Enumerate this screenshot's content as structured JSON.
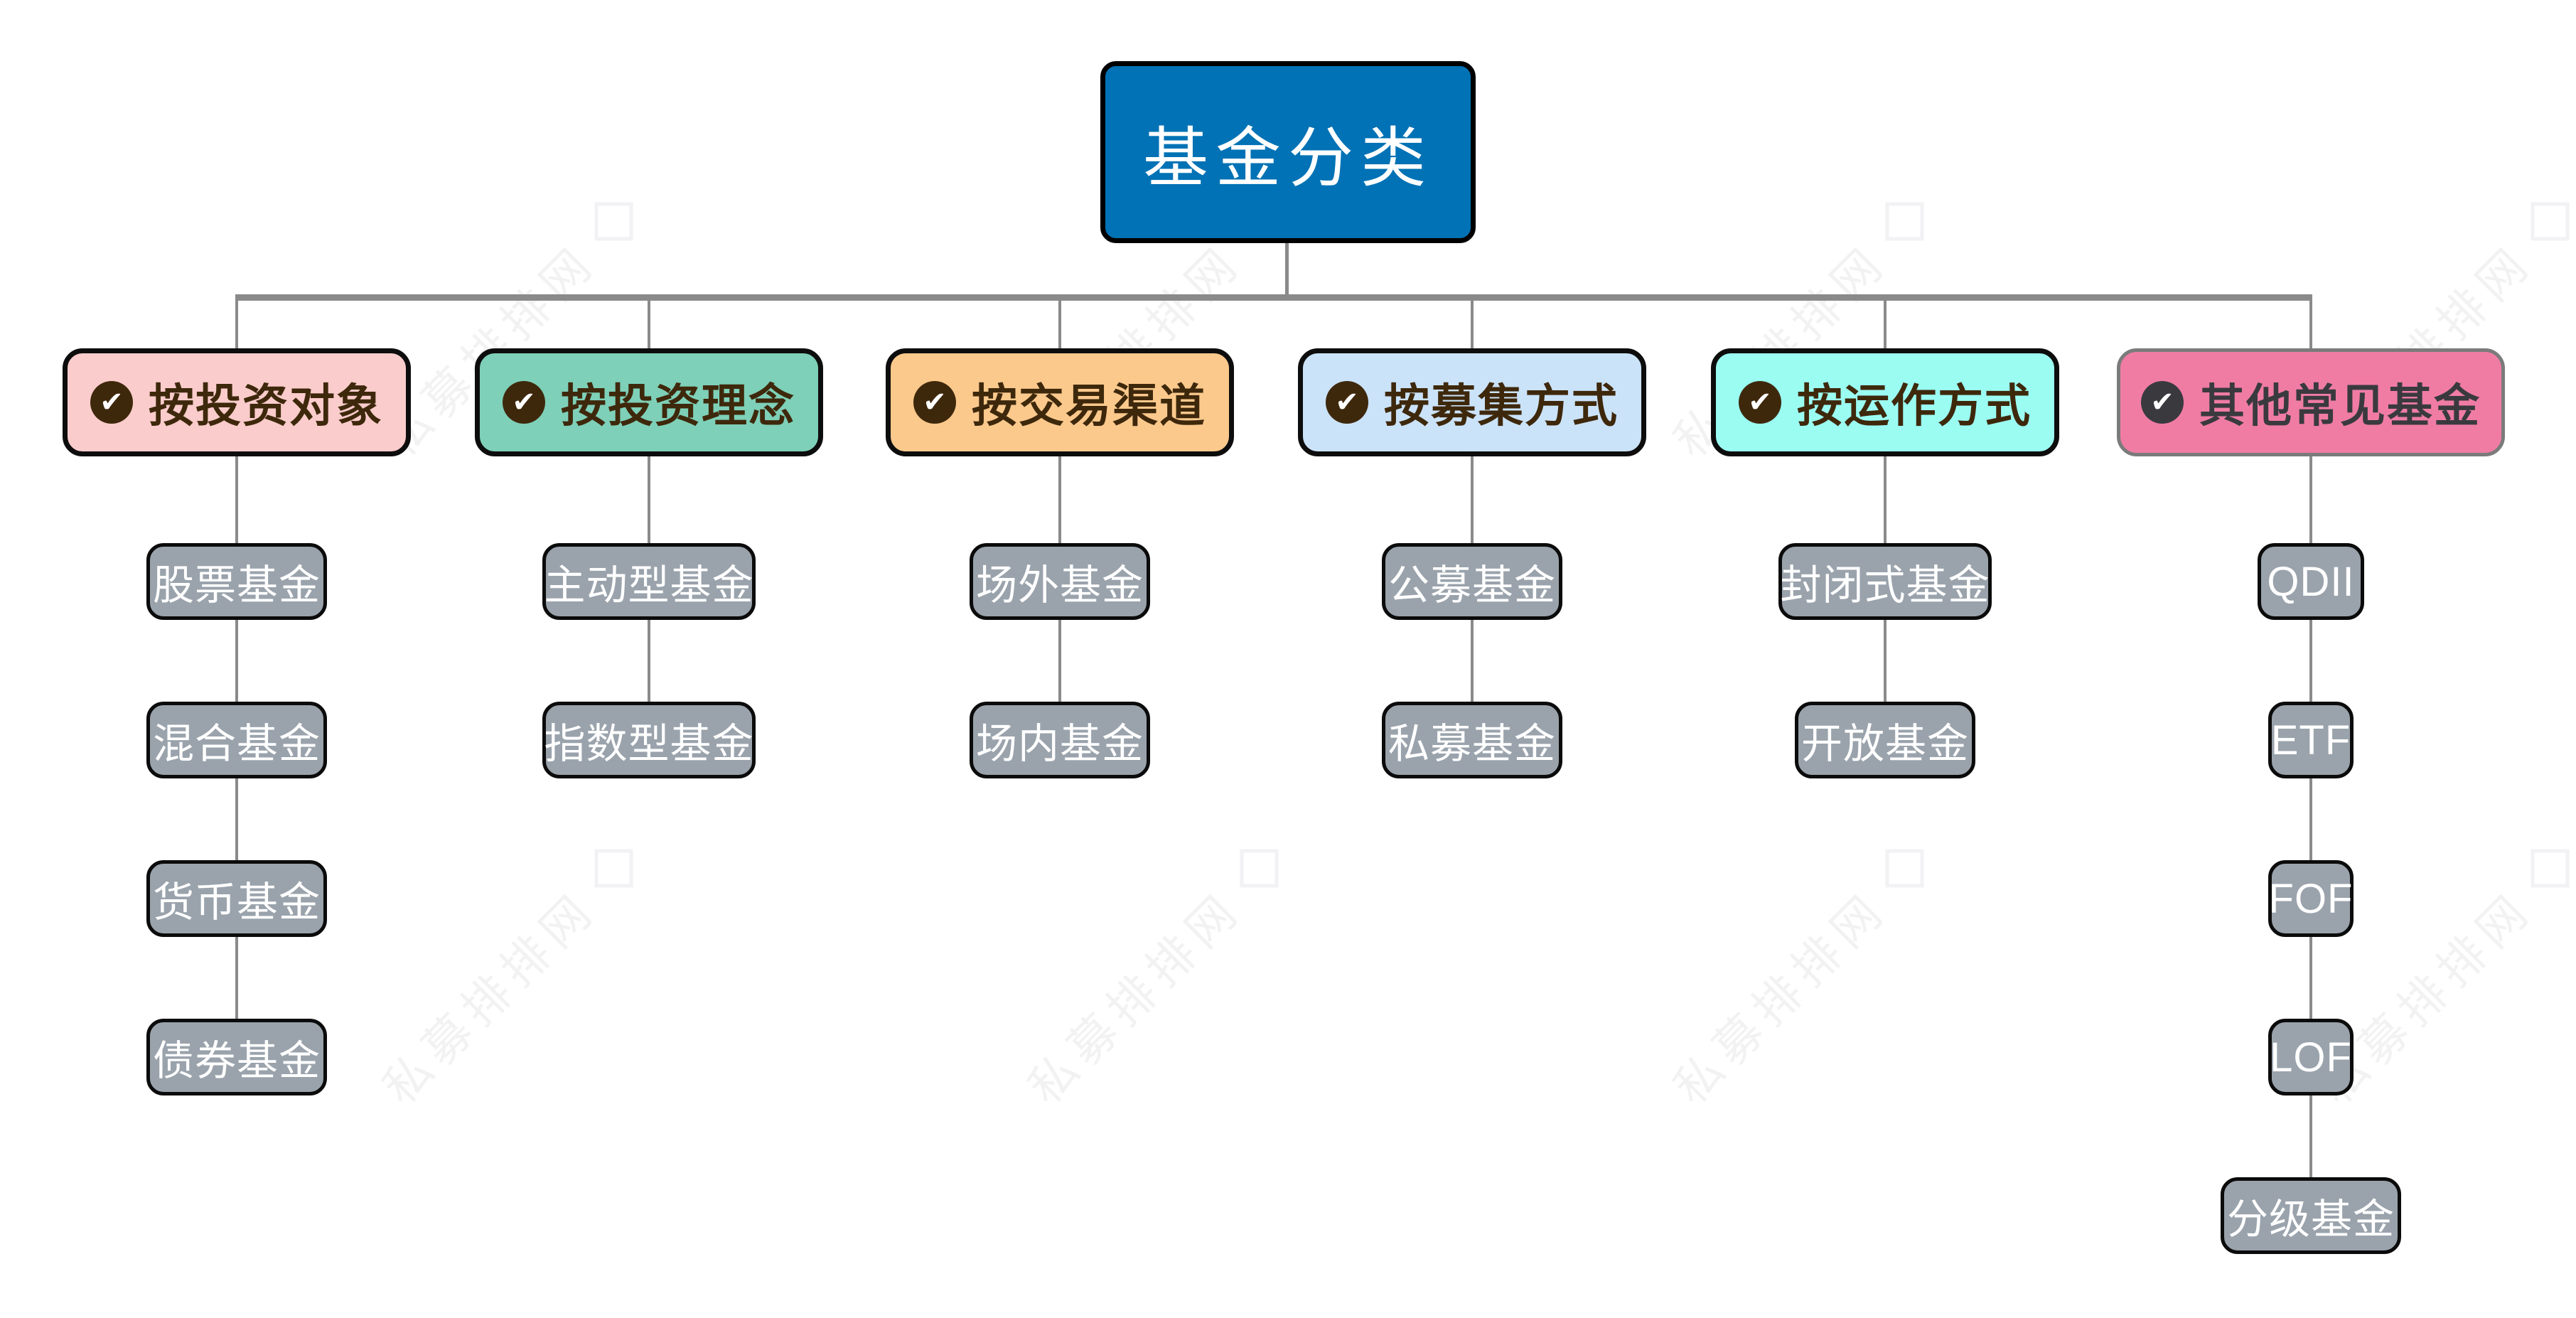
{
  "root": {
    "label": "基金分类",
    "bg": "#0072B5"
  },
  "watermark": {
    "text": "私募排排网"
  },
  "icons": {
    "check": "✔"
  },
  "connector_color": "#8a8a8a",
  "child_node_bg": "#9AA3AC",
  "columns": [
    {
      "label": "按投资对象",
      "bg": "#FACCCB",
      "children": [
        "股票基金",
        "混合基金",
        "货币基金",
        "债券基金"
      ]
    },
    {
      "label": "按投资理念",
      "bg": "#7ED0B8",
      "children": [
        "主动型基金",
        "指数型基金"
      ]
    },
    {
      "label": "按交易渠道",
      "bg": "#FBC98C",
      "children": [
        "场外基金",
        "场内基金"
      ]
    },
    {
      "label": "按募集方式",
      "bg": "#CBE3F9",
      "children": [
        "公募基金",
        "私募基金"
      ]
    },
    {
      "label": "按运作方式",
      "bg": "#9BFCF2",
      "children": [
        "封闭式基金",
        "开放基金"
      ]
    },
    {
      "label": "其他常见基金",
      "bg": "#F07CA4",
      "children": [
        "QDII",
        "ETF",
        "FOF",
        "LOF",
        "分级基金"
      ]
    }
  ]
}
